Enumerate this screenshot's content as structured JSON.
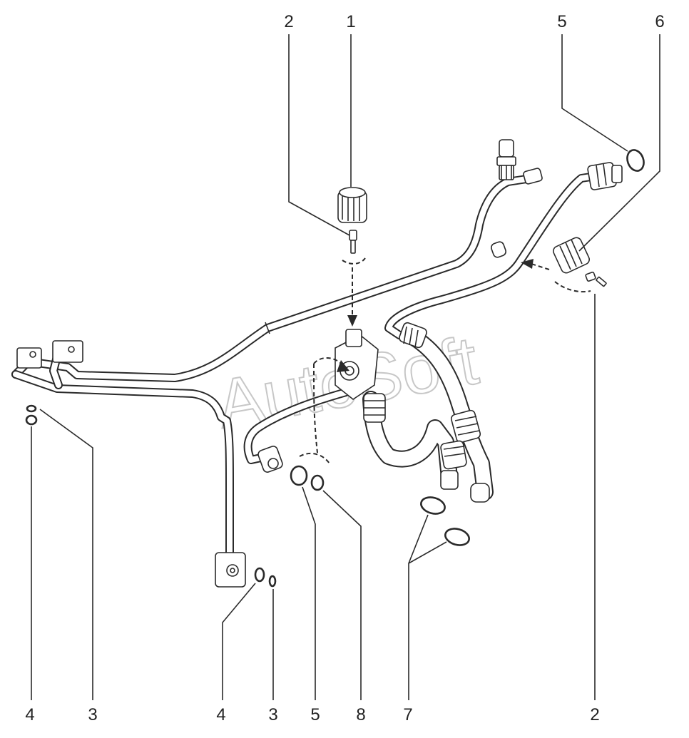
{
  "watermark": "AutoSoft",
  "callouts": [
    {
      "id": "c-top-2",
      "text": "2"
    },
    {
      "id": "c-top-1",
      "text": "1"
    },
    {
      "id": "c-top-5",
      "text": "5"
    },
    {
      "id": "c-top-6",
      "text": "6"
    },
    {
      "id": "c-bot-4a",
      "text": "4"
    },
    {
      "id": "c-bot-3a",
      "text": "3"
    },
    {
      "id": "c-bot-4b",
      "text": "4"
    },
    {
      "id": "c-bot-3b",
      "text": "3"
    },
    {
      "id": "c-bot-5",
      "text": "5"
    },
    {
      "id": "c-bot-8",
      "text": "8"
    },
    {
      "id": "c-bot-7",
      "text": "7"
    },
    {
      "id": "c-bot-2",
      "text": "2"
    }
  ]
}
